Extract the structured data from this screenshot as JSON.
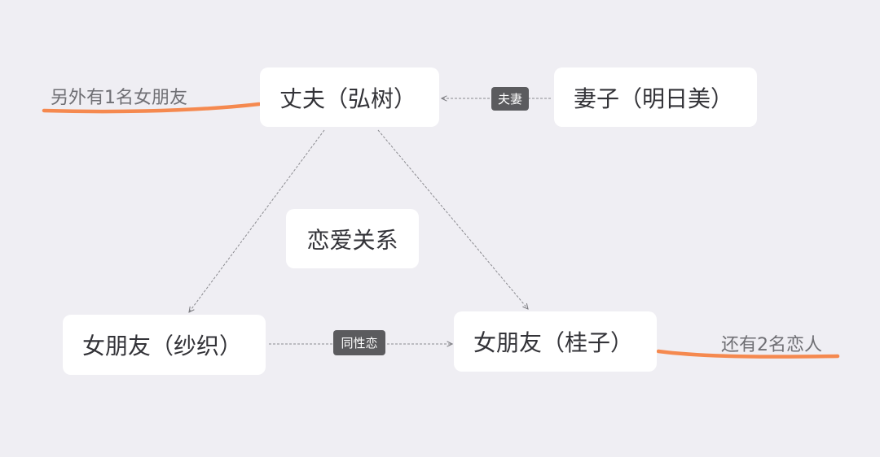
{
  "nodes": {
    "husband": "丈夫（弘树）",
    "wife": "妻子（明日美）",
    "girlfriend_saori": "女朋友（纱织）",
    "girlfriend_keiko": "女朋友（桂子）",
    "romance": "恋爱关系"
  },
  "links": {
    "marriage": "夫妻",
    "same_sex": "同性恋"
  },
  "notes": {
    "husband_note": "另外有1名女朋友",
    "keiko_note": "还有2名恋人"
  },
  "colors": {
    "background": "#efeef3",
    "node": "#ffffff",
    "tag": "#5b5b5e",
    "accent": "#f5894f",
    "connector": "#7a7a7f"
  }
}
